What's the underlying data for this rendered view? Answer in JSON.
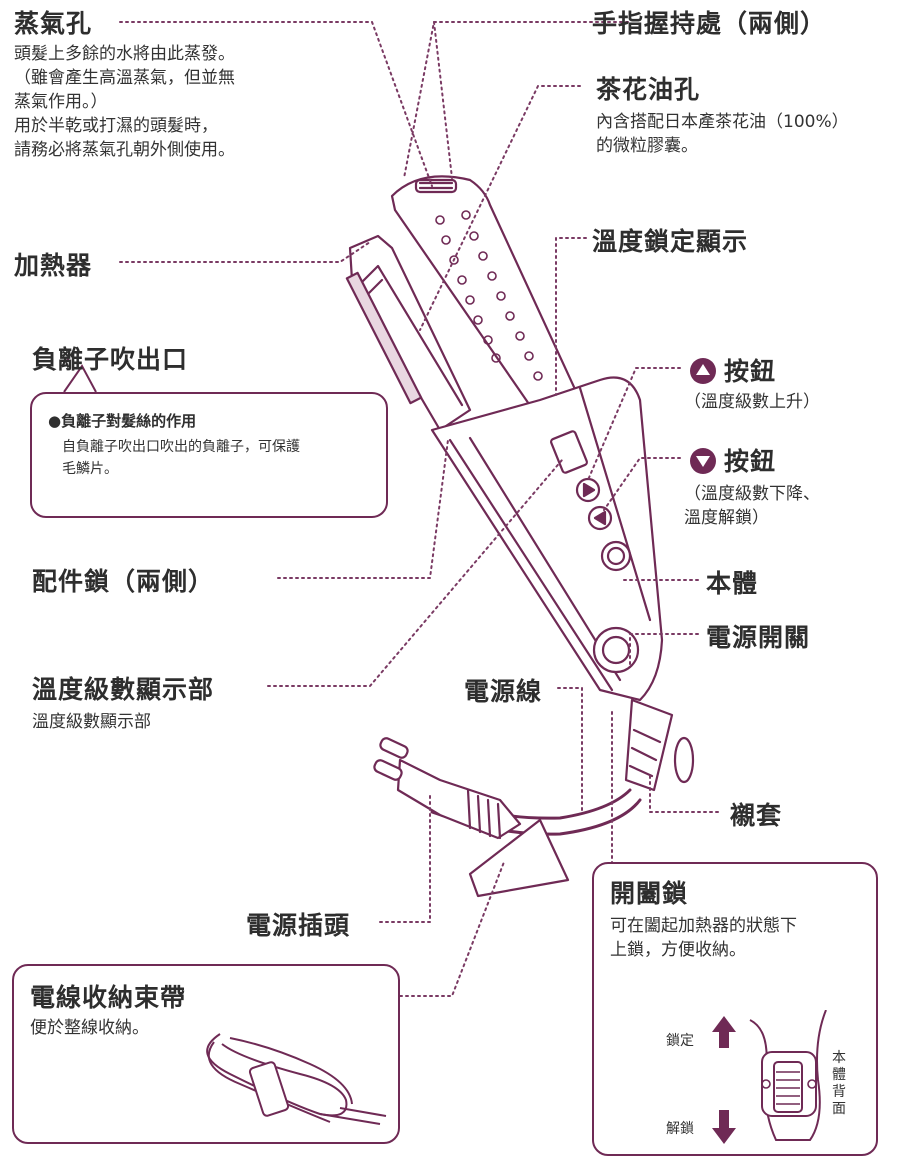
{
  "colors": {
    "accent": "#6f2a55",
    "line": "#555555"
  },
  "labels": {
    "steam_hole": {
      "title": "蒸氣孔",
      "desc": "頭髮上多餘的水將由此蒸發。\n（雖會產生高溫蒸氣，但並無\n蒸氣作用。）\n用於半乾或打濕的頭髮時，\n請務必將蒸氣孔朝外側使用。"
    },
    "finger_grip": {
      "title": "手指握持處（兩側）"
    },
    "camellia_hole": {
      "title": "茶花油孔",
      "desc": "內含搭配日本產茶花油（100%）\n的微粒膠囊。"
    },
    "heater": {
      "title": "加熱器"
    },
    "temp_lock_display": {
      "title": "溫度鎖定顯示"
    },
    "anion_outlet": {
      "title": "負離子吹出口",
      "box_heading": "●負離子對髮絲的作用",
      "box_desc": "自負離子吹出口吹出的負離子，可保護\n毛鱗片。"
    },
    "up_button": {
      "title": "按鈕",
      "desc": "（溫度級數上升）"
    },
    "down_button": {
      "title": "按鈕",
      "desc": "（溫度級數下降、\n溫度解鎖）"
    },
    "attachment_lock": {
      "title": "配件鎖（兩側）"
    },
    "body": {
      "title": "本體"
    },
    "power_switch": {
      "title": "電源開關"
    },
    "temp_display": {
      "title": "溫度級數顯示部",
      "desc": "溫度級數顯示部"
    },
    "power_cord": {
      "title": "電源線"
    },
    "bushing": {
      "title": "襯套"
    },
    "plug": {
      "title": "電源插頭"
    },
    "open_close_lock": {
      "title": "開闔鎖",
      "desc": "可在闔起加熱器的狀態下\n上鎖，方便收納。",
      "lock_label": "鎖定",
      "unlock_label": "解鎖",
      "back_label": "本\n體\n背\n面"
    },
    "cord_band": {
      "title": "電線收納束帶",
      "desc": "便於整線收納。"
    }
  },
  "icons": [
    "triangle-up-icon",
    "triangle-down-icon",
    "arrow-up-icon",
    "arrow-down-icon"
  ]
}
